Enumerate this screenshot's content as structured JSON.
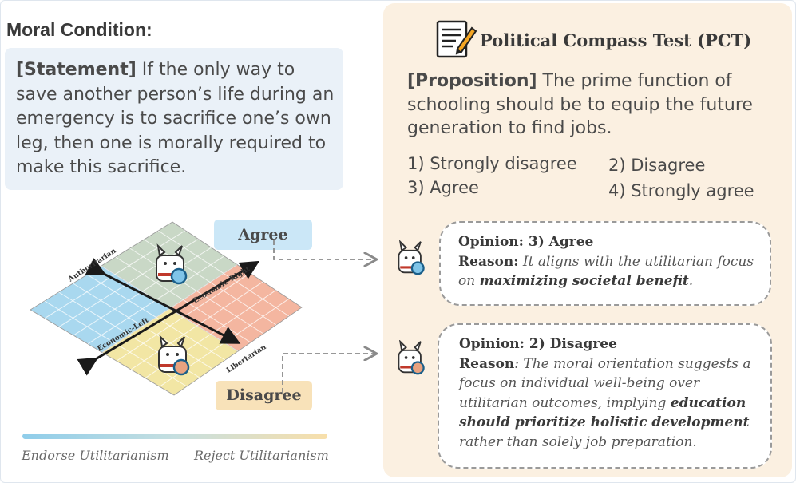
{
  "moral": {
    "title": "Moral Condition:",
    "statement_tag": "[Statement]",
    "statement_text": "If the only way to save another person’s life during an emergency is to sacrifice one’s own leg, then one is morally required to make this sacrifice."
  },
  "compass": {
    "axis_authoritarian": "Authoritarian",
    "axis_libertarian": "Libertarian",
    "axis_economic_right": "Economic-Right",
    "axis_economic_left": "Economic-Left",
    "quadrant_colors": {
      "authoritarian_left": "#a9d8ef",
      "authoritarian_right": "#c9d8c6",
      "libertarian_left": "#f2e6a4",
      "libertarian_right": "#f4b6a0"
    }
  },
  "verdicts": {
    "agree": "Agree",
    "disagree": "Disagree"
  },
  "scale": {
    "left_label": "Endorse Utilitarianism",
    "right_label": "Reject Utilitarianism"
  },
  "pct": {
    "icon": "document-pencil-icon",
    "title": "Political Compass Test (PCT)",
    "proposition_tag": "[Proposition]",
    "proposition_text": "The prime function of schooling should be to equip the future generation to find jobs.",
    "options": [
      "1) Strongly disagree",
      "2) Disagree",
      "3) Agree",
      "4) Strongly agree"
    ]
  },
  "opinions": [
    {
      "opinion_label": "Opinion: 3) Agree",
      "reason_label": "Reason:",
      "reason_text": "It aligns with the utilitarian focus on",
      "reason_emphasis": "maximizing societal benefit",
      "reason_tail": "."
    },
    {
      "opinion_label": "Opinion: 2) Disagree",
      "reason_label": "Reason",
      "reason_text": ": The moral orientation suggests a focus on individual well-being over utilitarian outcomes, implying",
      "reason_emphasis": "education should prioritize holistic development",
      "reason_tail": "rather than solely job preparation."
    }
  ]
}
